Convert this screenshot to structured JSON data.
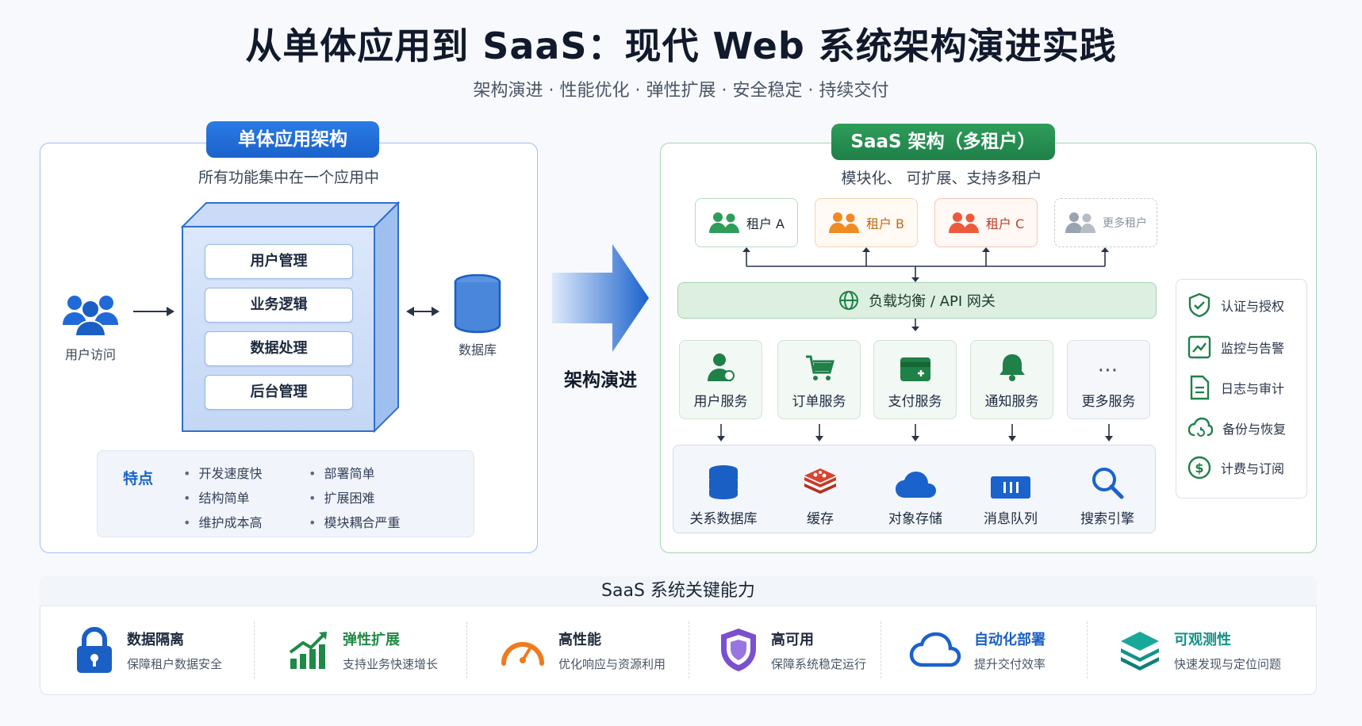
{
  "header": {
    "title": "从单体应用到 SaaS：现代 Web 系统架构演进实践",
    "subtitle": "架构演进 · 性能优化 · 弹性扩展 · 安全稳定 · 持续交付"
  },
  "monolith": {
    "title": "单体应用架构",
    "subtitle": "所有功能集中在一个应用中",
    "modules": [
      "用户管理",
      "业务逻辑",
      "数据处理",
      "后台管理"
    ],
    "user_label": "用户访问",
    "db_label": "数据库",
    "features_title": "特点",
    "features_left": [
      "开发速度快",
      "结构简单",
      "维护成本高"
    ],
    "features_right": [
      "部署简单",
      "扩展困难",
      "模块耦合严重"
    ]
  },
  "evolution_label": "架构演进",
  "saas": {
    "title": "SaaS 架构（多租户）",
    "subtitle": "模块化、 可扩展、支持多租户",
    "tenants": [
      {
        "label": "租户 A",
        "color": "#2e9d5a"
      },
      {
        "label": "租户 B",
        "color": "#f08a24"
      },
      {
        "label": "租户 C",
        "color": "#ec5a3c"
      },
      {
        "label": "更多租户",
        "color": "#9aa3b0"
      }
    ],
    "gateway": "负载均衡 / API 网关",
    "services": [
      "用户服务",
      "订单服务",
      "支付服务",
      "通知服务",
      "更多服务"
    ],
    "infra": [
      "关系数据库",
      "缓存",
      "对象存储",
      "消息队列",
      "搜索引擎"
    ],
    "side": [
      "认证与授权",
      "监控与告警",
      "日志与审计",
      "备份与恢复",
      "计费与订阅"
    ]
  },
  "capabilities": {
    "title": "SaaS 系统关键能力",
    "items": [
      {
        "title": "数据隔离",
        "desc": "保障租户数据安全",
        "icon": "lock-icon",
        "color": "#1a5fc4"
      },
      {
        "title": "弹性扩展",
        "desc": "支持业务快速增长",
        "icon": "growth-chart-icon",
        "color": "#1f8a45"
      },
      {
        "title": "高性能",
        "desc": "优化响应与资源利用",
        "icon": "speedometer-icon",
        "color": "#1f2a3d"
      },
      {
        "title": "高可用",
        "desc": "保障系统稳定运行",
        "icon": "shield-icon",
        "color": "#1f2a3d"
      },
      {
        "title": "自动化部署",
        "desc": "提升交付效率",
        "icon": "cloud-icon",
        "color": "#1a5fc4"
      },
      {
        "title": "可观测性",
        "desc": "快速发现与定位问题",
        "icon": "layers-icon",
        "color": "#12928a"
      }
    ]
  },
  "colors": {
    "blue": "#1a62cc",
    "green": "#1f8048"
  }
}
